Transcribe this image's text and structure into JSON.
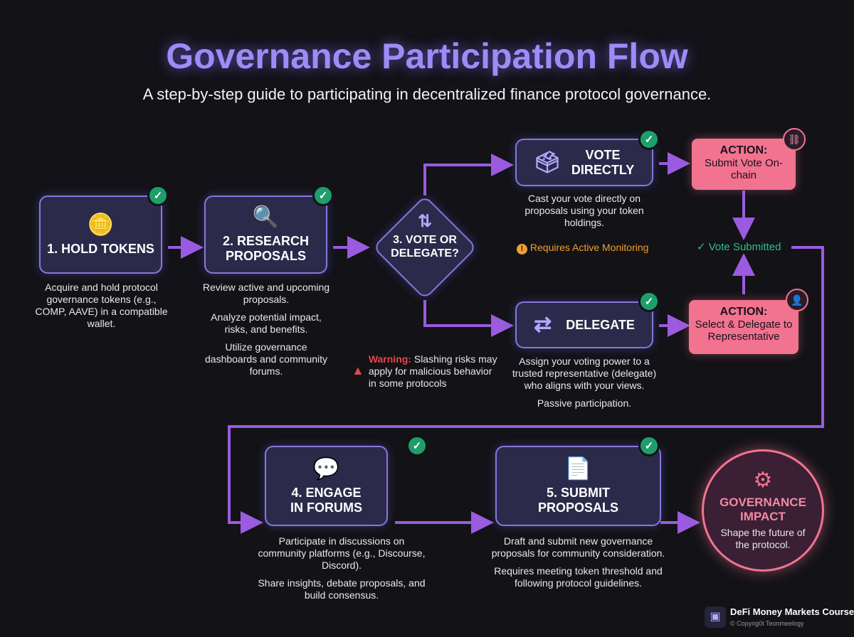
{
  "title": "Governance Participation Flow",
  "subtitle": "A step-by-step guide to participating in decentralized finance protocol governance.",
  "steps": {
    "hold": {
      "label": "1. HOLD TOKENS",
      "desc": "Acquire and hold protocol governance tokens (e.g., COMP, AAVE) in a compatible wallet."
    },
    "research": {
      "label": "2. RESEARCH PROPOSALS",
      "desc": [
        "Review active and upcoming proposals.",
        "Analyze potential impact, risks, and benefits.",
        "Utilize governance dashboards and community forums."
      ]
    },
    "decision": {
      "label": "3. VOTE OR DELEGATE?"
    },
    "vote": {
      "label": "VOTE DIRECTLY",
      "desc": "Cast your vote directly on proposals using your token holdings.",
      "note": "Requires Active Monitoring"
    },
    "delegate": {
      "label": "DELEGATE",
      "desc": "Assign your voting power to a trusted representative (delegate) who aligns with your views.",
      "note": "Passive participation."
    },
    "engage": {
      "label": "4. ENGAGE IN FORUMS",
      "desc": [
        "Participate in discussions on community platforms (e.g., Discourse, Discord).",
        "Share insights, debate proposals, and build consensus."
      ]
    },
    "submit": {
      "label": "5. SUBMIT PROPOSALS",
      "desc": [
        "Draft and submit new governance proposals for community consideration.",
        "Requires meeting token threshold and following protocol guidelines."
      ]
    },
    "impact": {
      "label": "GOVERNANCE IMPACT",
      "desc": "Shape the future of the protocol."
    }
  },
  "actions": [
    {
      "title": "ACTION:",
      "text": "Submit Vote On-chain"
    },
    {
      "title": "ACTION:",
      "text": "Select & Delegate to Representative"
    }
  ],
  "vote_submitted": "Vote Submitted",
  "warning": {
    "title": "Warning:",
    "text": "Slashing risks may apply for malicious behavior in some protocols"
  },
  "footer": {
    "brand": "DeFi Money Markets Course",
    "copyright": "© Copyrig0t Teonmeelogy"
  },
  "colors": {
    "accent": "#9c8cf6",
    "connector": "#9a5be0",
    "action": "#f2738f",
    "check": "#1e9e6a",
    "note": "#f0a030",
    "warning": "#e04848"
  }
}
